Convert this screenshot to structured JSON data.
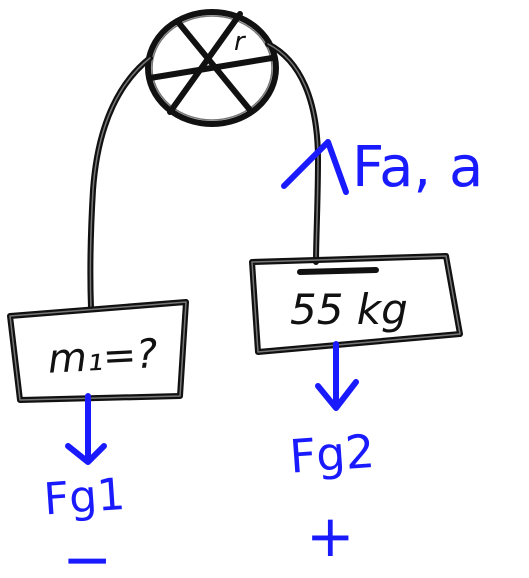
{
  "colors": {
    "ink": "#111111",
    "annotation": "#1a1aff",
    "background": "#ffffff"
  },
  "pulley": {
    "radius_label": "r"
  },
  "left_mass": {
    "label": "m₁=?"
  },
  "right_mass": {
    "label": "55 kg"
  },
  "annotations": {
    "applied_force": "Fa, a",
    "gravity_left": "Fg1",
    "gravity_right": "Fg2",
    "sign_left": "−",
    "sign_right": "+"
  }
}
